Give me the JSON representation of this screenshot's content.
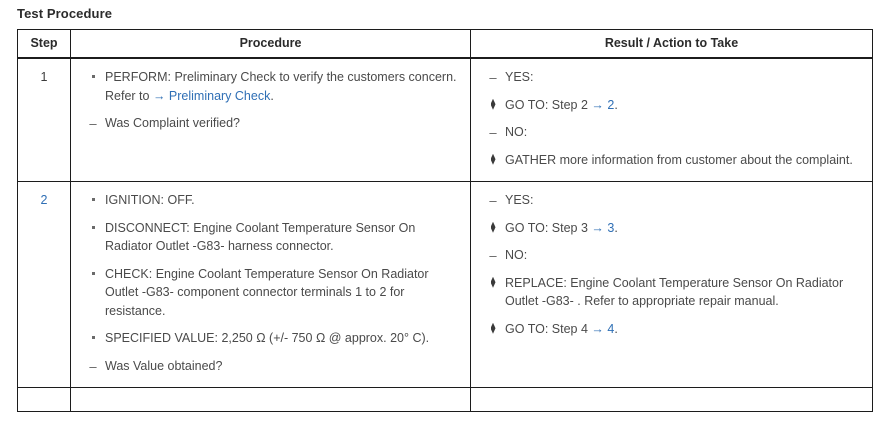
{
  "section": {
    "title": "Test Procedure"
  },
  "colors": {
    "link": "#2f6fb5",
    "text": "#4a4a4a",
    "border": "#1c1c1c",
    "heading": "#2b2b2b"
  },
  "table": {
    "headers": {
      "step": "Step",
      "procedure": "Procedure",
      "result": "Result / Action to Take"
    },
    "rows": [
      {
        "step": "1",
        "step_is_link": false,
        "procedure": [
          {
            "marker": "dot",
            "parts": [
              {
                "type": "text",
                "value": "PERFORM: Preliminary Check to verify the customers concern. Refer to "
              },
              {
                "type": "arrow",
                "value": "→ "
              },
              {
                "type": "link",
                "value": "Preliminary Check"
              },
              {
                "type": "text",
                "value": "."
              }
            ]
          },
          {
            "marker": "dash",
            "parts": [
              {
                "type": "text",
                "value": "Was Complaint verified?"
              }
            ]
          }
        ],
        "result": [
          {
            "marker": "dash",
            "parts": [
              {
                "type": "text",
                "value": "YES:"
              }
            ]
          },
          {
            "marker": "lozenge",
            "parts": [
              {
                "type": "text",
                "value": "GO TO: Step 2 "
              },
              {
                "type": "arrow",
                "value": "→ "
              },
              {
                "type": "link",
                "value": "2"
              },
              {
                "type": "text",
                "value": "."
              }
            ]
          },
          {
            "marker": "dash",
            "parts": [
              {
                "type": "text",
                "value": "NO:"
              }
            ]
          },
          {
            "marker": "lozenge",
            "parts": [
              {
                "type": "text",
                "value": "GATHER more information from customer about the complaint."
              }
            ]
          }
        ]
      },
      {
        "step": "2",
        "step_is_link": true,
        "procedure": [
          {
            "marker": "dot",
            "parts": [
              {
                "type": "text",
                "value": "IGNITION: OFF."
              }
            ]
          },
          {
            "marker": "dot",
            "parts": [
              {
                "type": "text",
                "value": "DISCONNECT: Engine Coolant Temperature Sensor On Radiator Outlet -G83- harness connector."
              }
            ]
          },
          {
            "marker": "dot",
            "parts": [
              {
                "type": "text",
                "value": "CHECK: Engine Coolant Temperature Sensor On Radiator Outlet -G83- component connector terminals 1 to 2 for resistance."
              }
            ]
          },
          {
            "marker": "dot",
            "parts": [
              {
                "type": "text",
                "value": "SPECIFIED VALUE: 2,250 Ω (+/- 750 Ω @ approx. 20° C)."
              }
            ]
          },
          {
            "marker": "dash",
            "parts": [
              {
                "type": "text",
                "value": "Was Value obtained?"
              }
            ]
          }
        ],
        "result": [
          {
            "marker": "dash",
            "parts": [
              {
                "type": "text",
                "value": "YES:"
              }
            ]
          },
          {
            "marker": "lozenge",
            "parts": [
              {
                "type": "text",
                "value": "GO TO: Step 3 "
              },
              {
                "type": "arrow",
                "value": "→ "
              },
              {
                "type": "link",
                "value": "3"
              },
              {
                "type": "text",
                "value": "."
              }
            ]
          },
          {
            "marker": "dash",
            "parts": [
              {
                "type": "text",
                "value": "NO:"
              }
            ]
          },
          {
            "marker": "lozenge",
            "parts": [
              {
                "type": "text",
                "value": "REPLACE: Engine Coolant Temperature Sensor On Radiator Outlet -G83- . Refer to appropriate repair manual."
              }
            ]
          },
          {
            "marker": "lozenge",
            "parts": [
              {
                "type": "text",
                "value": "GO TO: Step 4 "
              },
              {
                "type": "arrow",
                "value": "→ "
              },
              {
                "type": "link",
                "value": "4"
              },
              {
                "type": "text",
                "value": "."
              }
            ]
          }
        ]
      },
      {
        "step": "",
        "step_is_link": false,
        "procedure": [],
        "result": []
      }
    ]
  }
}
